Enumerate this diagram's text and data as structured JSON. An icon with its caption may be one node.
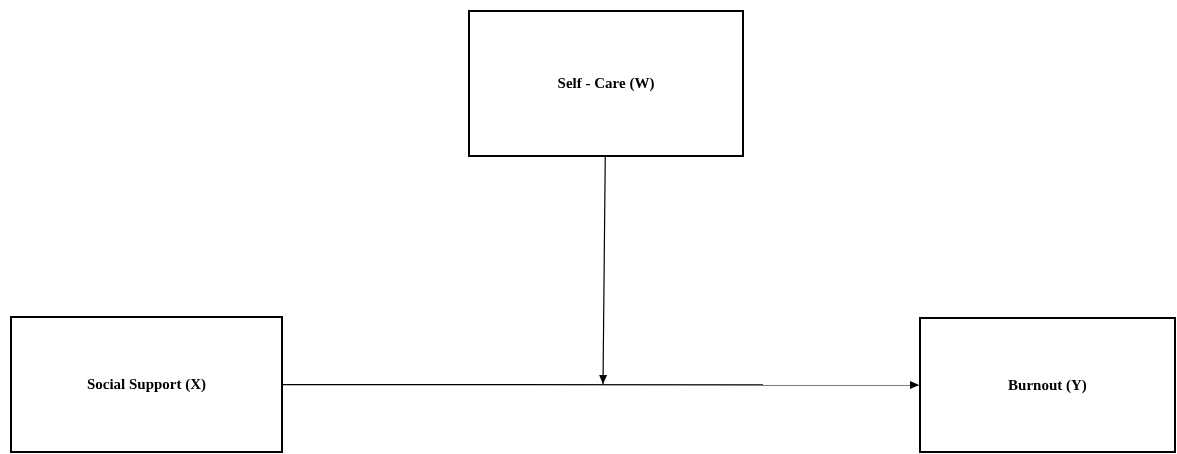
{
  "diagram": {
    "nodes": [
      {
        "text": [
          "Self - Care (W)"
        ]
      },
      {
        "text": [
          "Social Support (X)"
        ]
      },
      {
        "text": [
          "Burnout (Y)"
        ]
      }
    ],
    "edges": [
      {
        "from": 1,
        "to": 2,
        "arrow": "to"
      },
      {
        "from": 0,
        "to": null,
        "arrow": "to"
      }
    ]
  }
}
